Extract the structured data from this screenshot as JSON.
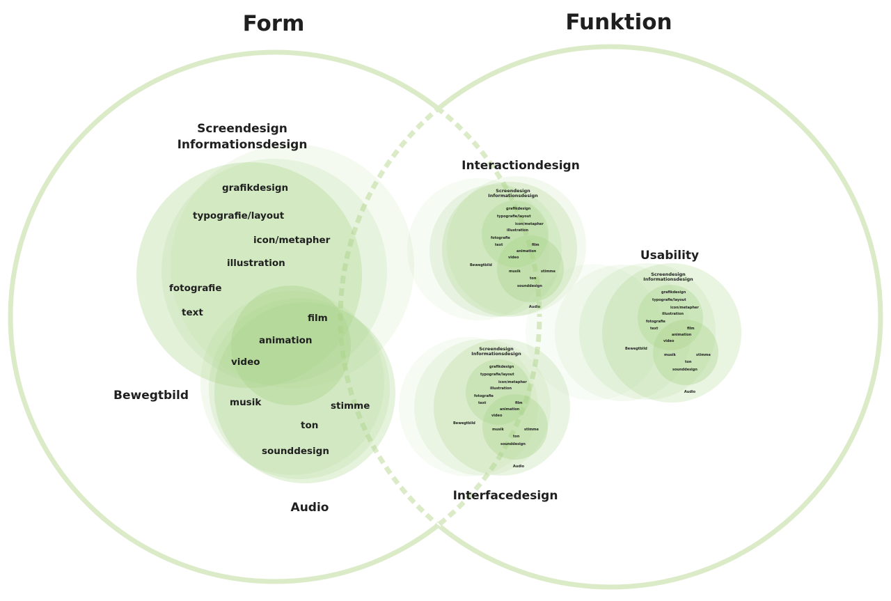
{
  "titles": {
    "form": "Form",
    "funktion": "Funktion"
  },
  "colors": {
    "outer_ring": "#dbebc8",
    "green_fill": "#a9d38a",
    "text": "#1f1f1f"
  },
  "main": {
    "screen_label_1": "Screendesign",
    "screen_label_2": "Informationsdesign",
    "grafikdesign": "grafikdesign",
    "typografie": "typografie/layout",
    "icon": "icon/metapher",
    "illustration": "illustration",
    "fotografie": "fotografie",
    "text": "text",
    "film": "film",
    "animation": "animation",
    "video": "video",
    "bewegtbild": "Bewegtbild",
    "musik": "musik",
    "stimme": "stimme",
    "ton": "ton",
    "sounddesign": "sounddesign",
    "audio": "Audio"
  },
  "groups": {
    "interaction": "Interactiondesign",
    "usability": "Usability",
    "interface": "Interfacedesign"
  },
  "mini": {
    "screen_label_1": "Screendesign",
    "screen_label_2": "Informationsdesign",
    "grafikdesign": "grafikdesign",
    "typografie": "typografie/layout",
    "icon": "icon/metapher",
    "illustration": "illustration",
    "fotografie": "fotografie",
    "text": "text",
    "film": "film",
    "animation": "animation",
    "video": "video",
    "bewegtbild": "Bewegtbild",
    "musik": "musik",
    "stimme": "stimme",
    "ton": "ton",
    "sounddesign": "sounddesign",
    "audio": "Audio"
  }
}
